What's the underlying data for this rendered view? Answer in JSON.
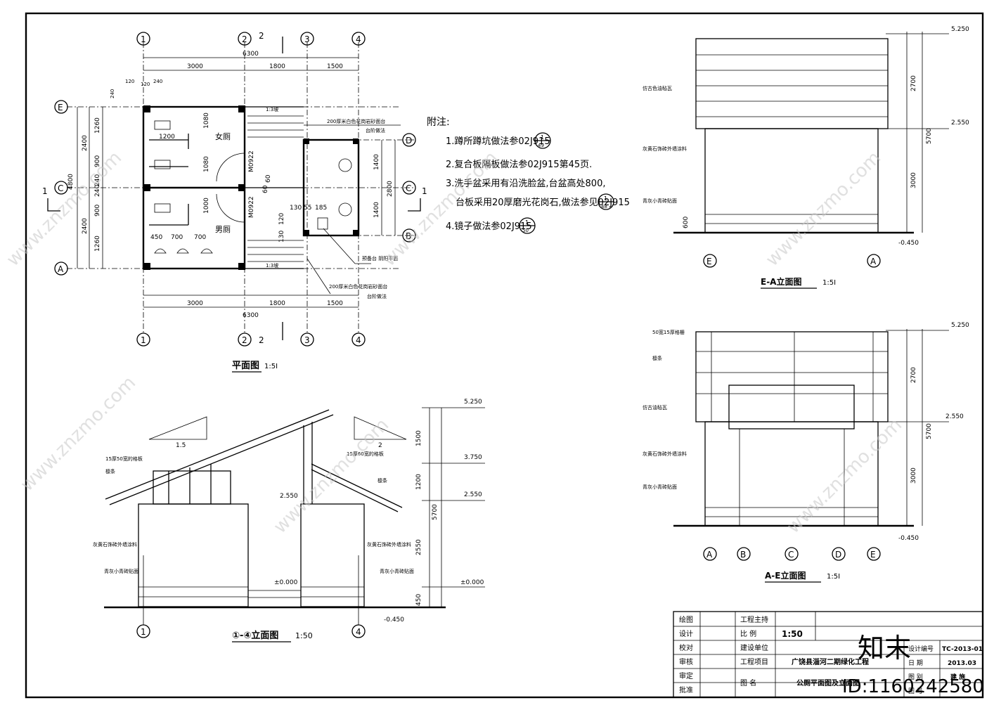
{
  "plan": {
    "title": "平面图",
    "scale": "1:5I",
    "axes_h": [
      "1",
      "2",
      "3",
      "4"
    ],
    "axes_v": [
      "E",
      "C",
      "A",
      "D",
      "B"
    ],
    "dims_top_total": "6300",
    "dims_top": [
      "3000",
      "1800",
      "1500"
    ],
    "dims_bottom_total": "6300",
    "dims_bottom": [
      "3000",
      "1800",
      "1500"
    ],
    "dims_left_total": "4800",
    "dims_left_outer": [
      "2400",
      "2400"
    ],
    "dims_left_inner": [
      "1260",
      "900",
      "240",
      "240",
      "900",
      "1260"
    ],
    "dims_right": [
      "1400",
      "1400"
    ],
    "dims_right_total": "2800",
    "wall_dims": [
      "120",
      "120",
      "240",
      "240"
    ],
    "door_labels": [
      "M0922",
      "M0922"
    ],
    "rooms": [
      "女厕",
      "男厕"
    ],
    "fixture_dims": [
      "1200",
      "1080",
      "1080",
      "1000",
      "450",
      "700",
      "700"
    ],
    "sink_dims": [
      "130",
      "55",
      "185",
      "120",
      "130"
    ],
    "mid_dims": [
      "60",
      "60"
    ],
    "callout_top": "200厚米白色花岗岩砂面台",
    "callout_top2": "台阶做法",
    "callout_bottom": "200厚米白色花岗岩砂面台",
    "callout_bottom2": "台阶做法",
    "callout_side": "预备台 阴阳平面",
    "step_label": "1:3坡",
    "section_marks": [
      "1",
      "1",
      "2",
      "2"
    ]
  },
  "notes": {
    "heading": "附注:",
    "items": [
      "1.蹲所蹲坑做法参02J915",
      "2.复合板隔板做法参02J915第45页.",
      "3.洗手盆采用有沿洗脸盆,台盆高处800,",
      "台板采用20厚磨光花岗石,做法参见02J915",
      "4.镜子做法参02J915"
    ],
    "refs": [
      {
        "top": "1",
        "bottom": "49"
      },
      {
        "top": "1",
        "bottom": "48"
      },
      {
        "top": "1",
        "bottom": "50"
      }
    ]
  },
  "elev1": {
    "title": "①-④立面图",
    "scale": "1:50",
    "levels": [
      "5.250",
      "3.750",
      "2.550",
      "±0.000",
      "-0.450"
    ],
    "dims": [
      "1500",
      "1200",
      "2550",
      "450",
      "5700"
    ],
    "slope_left": "1.5",
    "slope_right": "2",
    "labels": [
      "15厚50宽的格板",
      "檩条",
      "15厚60宽的格板",
      "檩条",
      "灰黄石饰砖外墙涂料",
      "灰黄石饰砖外墙涂料",
      "青灰小青砖贴面",
      "青灰小青砖贴面"
    ],
    "level_inner": [
      "2.550",
      "±0.000"
    ],
    "axes": [
      "1",
      "4"
    ]
  },
  "elev2": {
    "title": "E-A立面图",
    "scale": "1:5I",
    "levels": [
      "5.250",
      "2.550",
      "-0.450"
    ],
    "dims": [
      "2700",
      "3000",
      "5700",
      "600"
    ],
    "labels": [
      "仿古色油毡瓦",
      "灰黄石饰砖外墙涂料",
      "青灰小青砖贴面"
    ],
    "axes": [
      "E",
      "A"
    ]
  },
  "elev3": {
    "title": "A-E立面图",
    "scale": "1:5I",
    "levels": [
      "5.250",
      "2.550",
      "-0.450"
    ],
    "dims": [
      "2700",
      "3000",
      "5700"
    ],
    "labels": [
      "50宽15厚格栅",
      "檩条",
      "仿古油毡瓦",
      "灰黄石饰砖外墙涂料",
      "青灰小青砖贴面"
    ],
    "axes": [
      "A",
      "B",
      "C",
      "D",
      "E"
    ]
  },
  "title_block": {
    "rows_left": [
      "绘图",
      "设计",
      "校对",
      "审核",
      "审定",
      "批准"
    ],
    "rows_mid": [
      "工程主持",
      "比  例",
      "建设单位",
      "工程项目",
      "图  名"
    ],
    "scale_value": "1:50",
    "project": "广饶县淄河二期绿化工程",
    "drawing_name": "公厕平面图及立面图",
    "right_labels": [
      "设计编号",
      "日  期",
      "图  别",
      "图  号"
    ],
    "design_no": "TC-2013-01",
    "date": "2013.03",
    "category": "建 施"
  },
  "watermark": {
    "logo": "知末",
    "id": "ID:1160242580",
    "site": "www.znzmo.com"
  }
}
